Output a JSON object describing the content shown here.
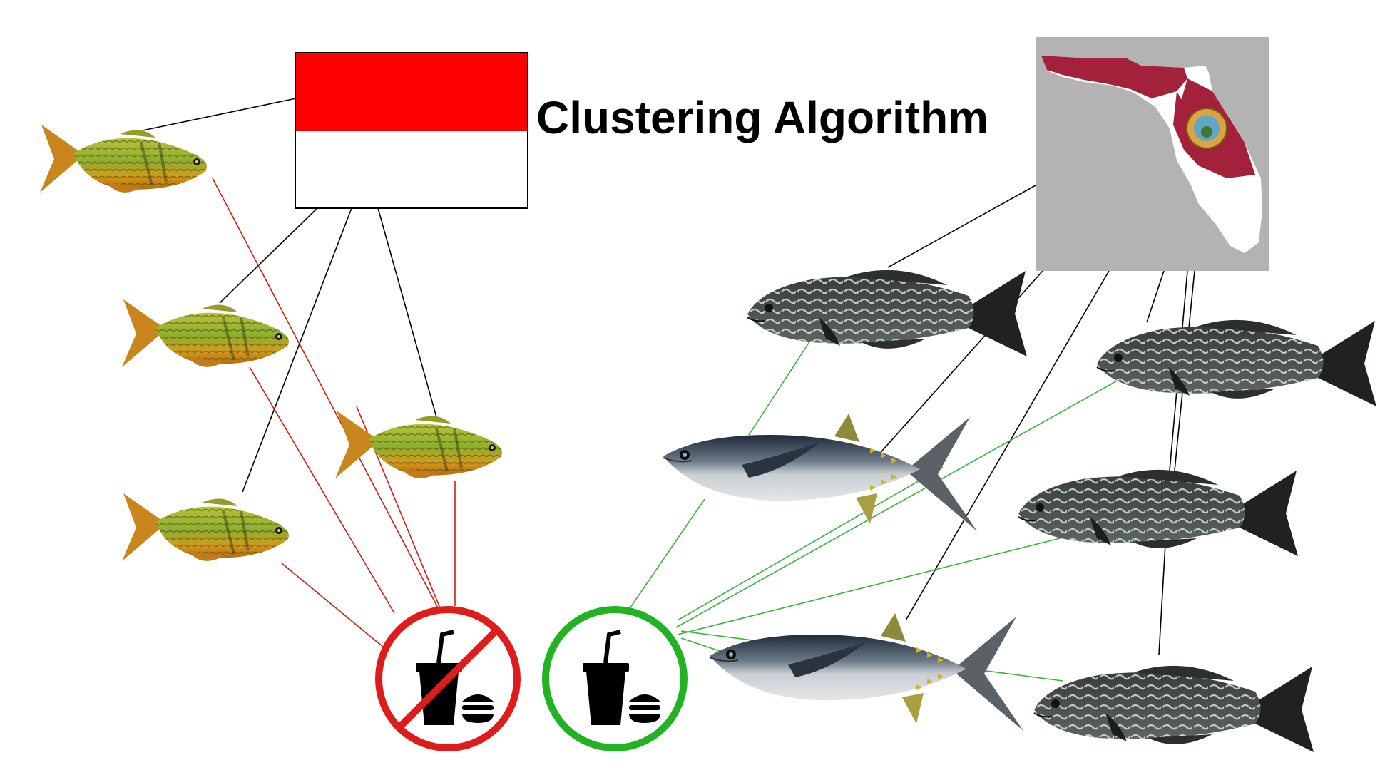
{
  "title": "Clustering Algorithm",
  "colors": {
    "background": "#ffffff",
    "flag_red": "#ff0000",
    "florida_red": "#a3213a",
    "florida_map_bg": "#b3b3b3",
    "no_food_red": "#e01b1b",
    "food_green": "#22b322",
    "line_black": "#000000",
    "line_red": "#d41b0e",
    "line_green": "#3bb33b"
  },
  "nodes": {
    "cluster_a_label": {
      "icon": "red-white-flag-icon"
    },
    "cluster_b_label": {
      "icon": "florida-flag-map-icon"
    },
    "no_food": {
      "icon": "no-food-icon"
    },
    "food": {
      "icon": "food-icon"
    }
  },
  "fish": {
    "rainbowfish_count": 4,
    "grouper_count": 4,
    "tuna_count": 2
  }
}
